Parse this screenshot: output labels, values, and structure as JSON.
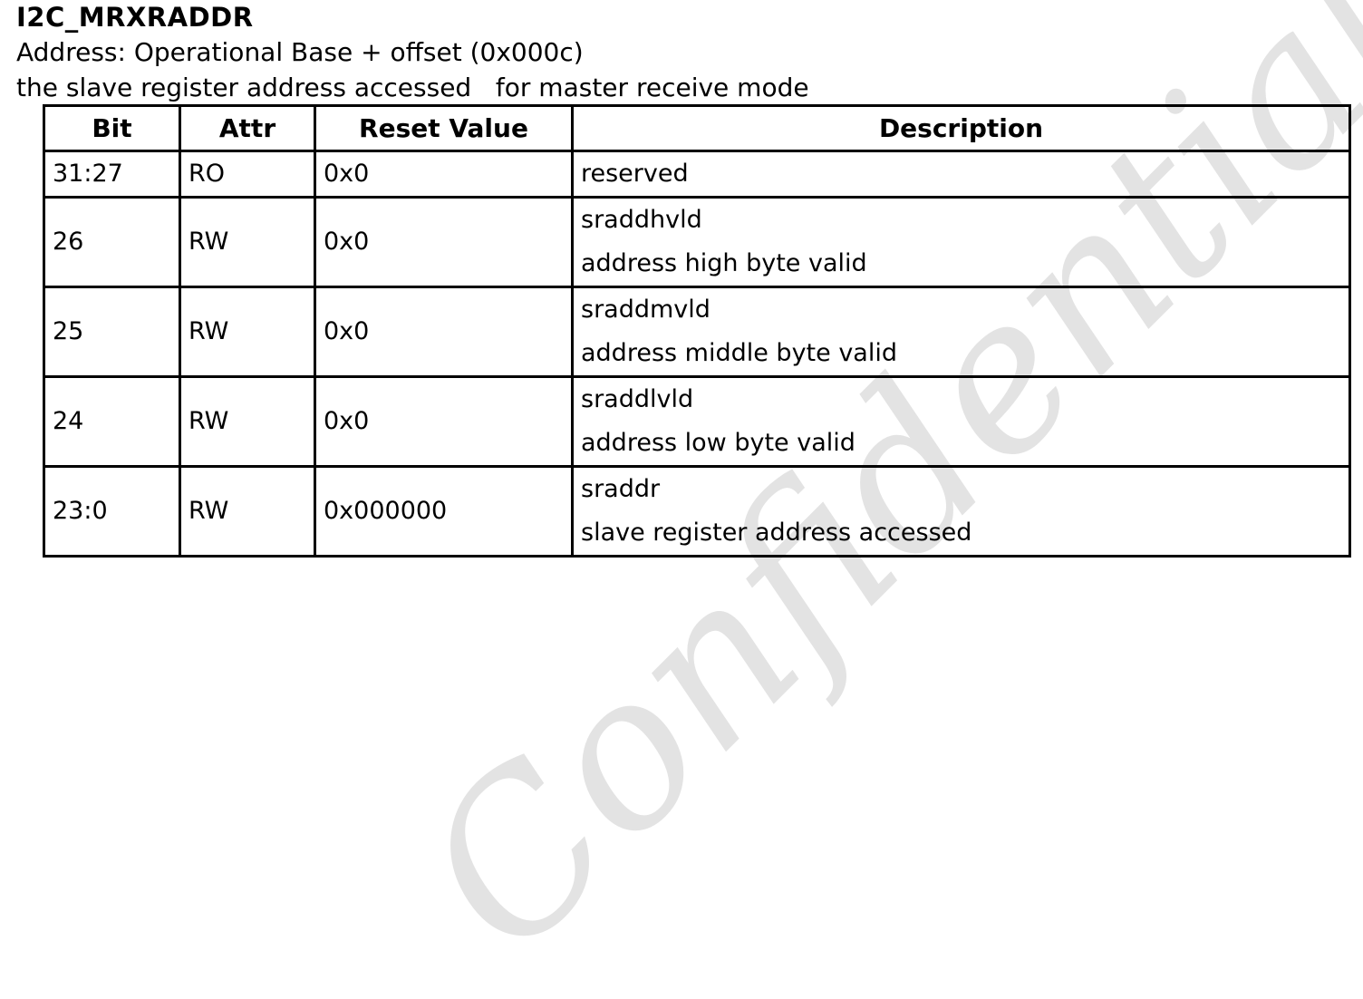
{
  "page": {
    "title": "I2C_MRXRADDR",
    "address_line": "Address: Operational Base + offset (0x000c)",
    "subtitle": "the slave register address accessed   for master receive mode"
  },
  "watermark": {
    "text": "Confidential",
    "color": "#e3e3e3"
  },
  "register_table": {
    "headers": [
      "Bit",
      "Attr",
      "Reset Value",
      "Description"
    ],
    "rows": [
      {
        "bit": "31:27",
        "attr": "RO",
        "reset": "0x0",
        "desc": "reserved"
      },
      {
        "bit": "26",
        "attr": "RW",
        "reset": "0x0",
        "desc": "sraddhvld\naddress high byte valid"
      },
      {
        "bit": "25",
        "attr": "RW",
        "reset": "0x0",
        "desc": "sraddmvld\naddress middle byte valid"
      },
      {
        "bit": "24",
        "attr": "RW",
        "reset": "0x0",
        "desc": "sraddlvld\naddress low byte valid"
      },
      {
        "bit": "23:0",
        "attr": "RW",
        "reset": "0x000000",
        "desc": "sraddr\nslave register address accessed"
      }
    ]
  }
}
